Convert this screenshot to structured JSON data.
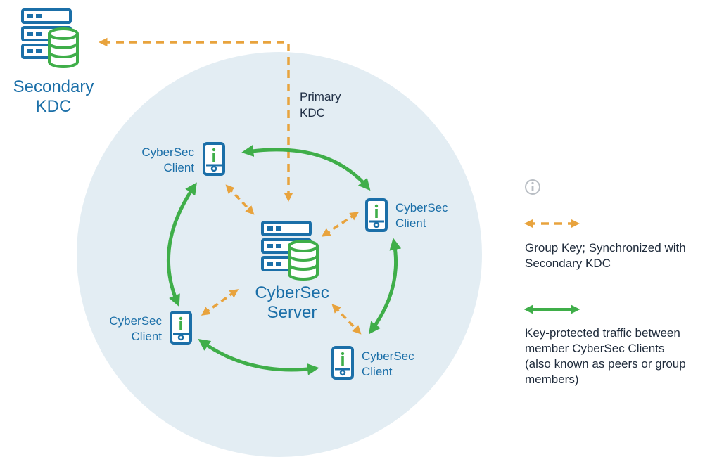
{
  "colors": {
    "blue": "#1b6fa8",
    "green": "#3fae49",
    "orange": "#e8a33d",
    "circle": "#e3edf3",
    "navy": "#213046",
    "legend_text": "#1e2a3a",
    "info": "#b9bec4"
  },
  "secondary_kdc": {
    "line1": "Secondary",
    "line2": "KDC",
    "icon": "server-database-icon"
  },
  "primary_kdc": {
    "line1": "Primary",
    "line2": "KDC"
  },
  "server": {
    "line1": "CyberSec",
    "line2": "Server",
    "icon": "server-database-icon"
  },
  "clients": [
    {
      "line1": "CyberSec",
      "line2": "Client",
      "icon": "client-device-icon"
    },
    {
      "line1": "CyberSec",
      "line2": "Client",
      "icon": "client-device-icon"
    },
    {
      "line1": "CyberSec",
      "line2": "Client",
      "icon": "client-device-icon"
    },
    {
      "line1": "CyberSec",
      "line2": "Client",
      "icon": "client-device-icon"
    }
  ],
  "legend": {
    "info_icon": "info-icon",
    "group_key": {
      "line1": "Group Key; Synchronized with",
      "line2": "Secondary KDC"
    },
    "peer_traffic": {
      "line1": "Key-protected traffic between",
      "line2": "member CyberSec Clients",
      "line3": "(also known as peers or group",
      "line4": "members)"
    }
  }
}
